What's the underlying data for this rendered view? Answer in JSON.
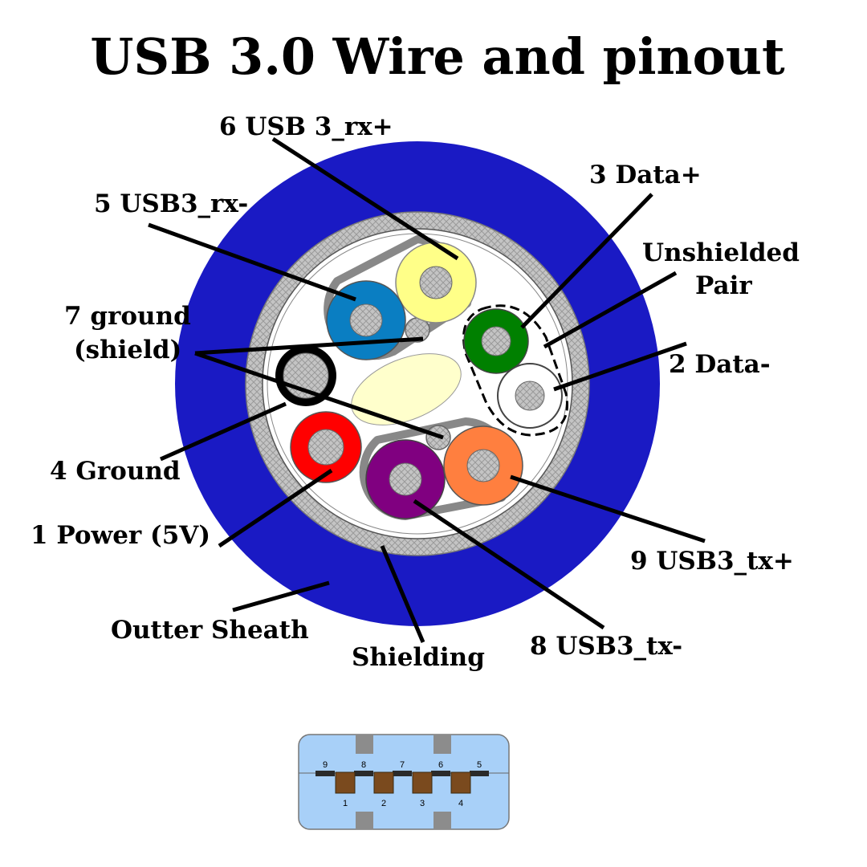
{
  "title": "USB 3.0 Wire and pinout",
  "labels": {
    "rx_plus": "6 USB 3_rx+",
    "rx_minus": "5 USB3_rx-",
    "data_plus": "3 Data+",
    "unshielded_line1": "Unshielded",
    "unshielded_line2": "Pair",
    "ground_shield_line1": "7 ground",
    "ground_shield_line2": "(shield)",
    "data_minus": "2 Data-",
    "ground": "4 Ground",
    "power": "1 Power (5V)",
    "tx_plus": "9 USB3_tx+",
    "outer_sheath": "Outter Sheath",
    "shielding": "Shielding",
    "tx_minus": "8 USB3_tx-"
  },
  "connector": {
    "top_pins": [
      "9",
      "8",
      "7",
      "6",
      "5"
    ],
    "bottom_pins": [
      "1",
      "2",
      "3",
      "4"
    ]
  },
  "colors": {
    "sheath": "#1a1ac4",
    "shield_braid": "#c0c0c0",
    "wire_rx_plus": "#ffff88",
    "wire_rx_minus": "#0a7ec2",
    "wire_data_plus": "#008000",
    "wire_data_minus": "#ffffff",
    "wire_ground": "#000000",
    "wire_power": "#ff0000",
    "wire_tx_minus": "#800080",
    "wire_tx_plus": "#ff7f3f",
    "filler": "#ffffcc",
    "connector_body": "#a8d0f8",
    "connector_contact": "#7a4a1e"
  }
}
